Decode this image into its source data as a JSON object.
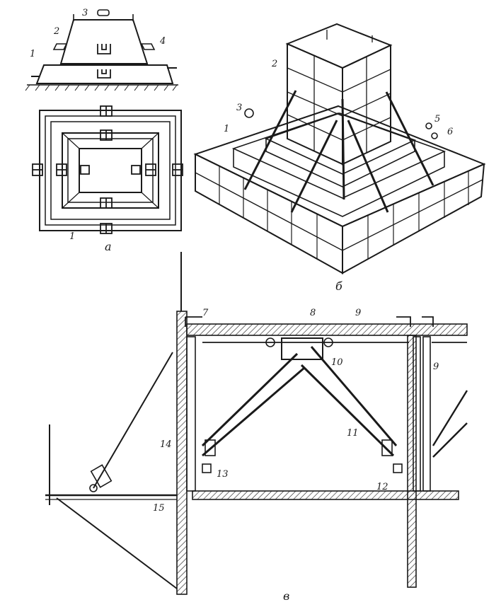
{
  "panels": {
    "a": {
      "caption": "а",
      "labels": [
        "1",
        "2",
        "3",
        "4",
        "1"
      ]
    },
    "b": {
      "caption": "б",
      "labels": [
        "1",
        "2",
        "3",
        "5",
        "6"
      ]
    },
    "v": {
      "caption": "в",
      "labels": [
        "7",
        "8",
        "9",
        "9",
        "10",
        "11",
        "12",
        "13",
        "14",
        "15"
      ]
    }
  }
}
